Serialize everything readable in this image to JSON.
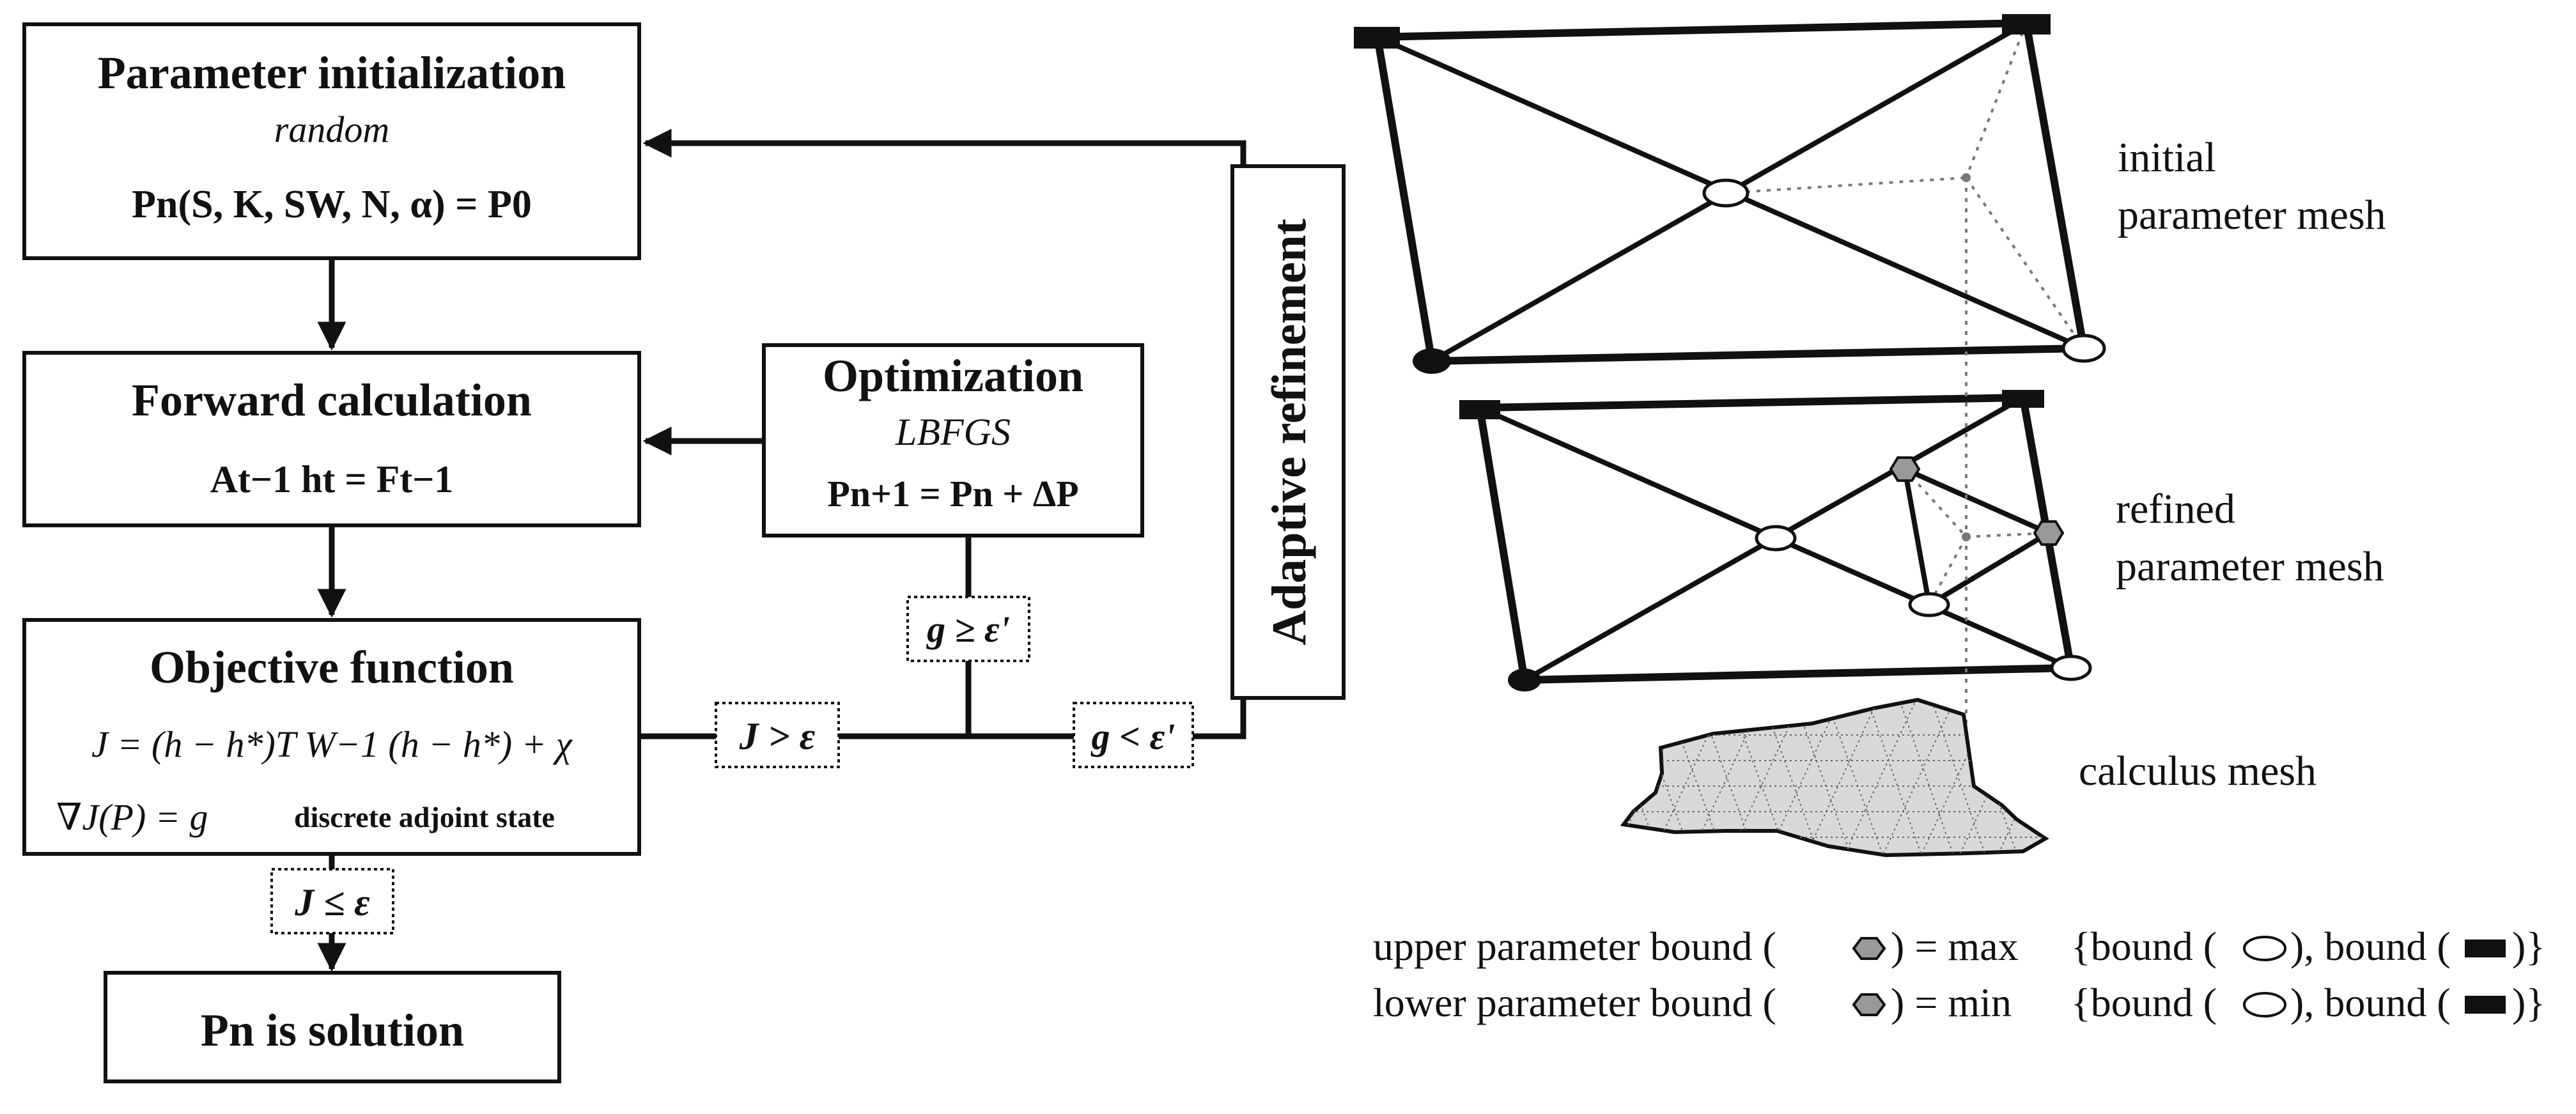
{
  "flowchart": {
    "init": {
      "title": "Parameter initialization",
      "subtitle": "random",
      "formula": "Pn(S, K, SW, N, α) = P0"
    },
    "forward": {
      "title": "Forward calculation",
      "formula": "At−1 ht = Ft−1"
    },
    "objective": {
      "title": "Objective function",
      "formula": "J = (h − h*)T W−1 (h − h*) + χ",
      "gradient": "∇J(P) = g",
      "note": "discrete adjoint state"
    },
    "solution": {
      "text": "Pn is solution"
    },
    "optimization": {
      "title": "Optimization",
      "method": "LBFGS",
      "formula": "Pn+1 = Pn + ΔP"
    },
    "refinement": {
      "label": "Adaptive refinement"
    },
    "conditions": {
      "j_gt_eps": "J > ε",
      "j_le_eps": "J ≤ ε",
      "g_ge_eps": "g ≥ ε'",
      "g_lt_eps": "g < ε'"
    }
  },
  "meshes": {
    "initial_label_1": "initial",
    "initial_label_2": "parameter mesh",
    "refined_label_1": "refined",
    "refined_label_2": "parameter mesh",
    "calculus_label": "calculus mesh"
  },
  "legend": {
    "upper": {
      "lead": "upper parameter bound (",
      "mid": ") = max",
      "set": "{bound (",
      "sep": "), bound (",
      "end": ")}"
    },
    "lower": {
      "lead": "lower parameter bound (",
      "mid": ") = min",
      "set": "{bound (",
      "sep": "), bound (",
      "end": ")}"
    }
  },
  "colors": {
    "ink": "#111111",
    "hexagon_fill": "#999999",
    "calculus_fill": "#d9d9d9"
  }
}
